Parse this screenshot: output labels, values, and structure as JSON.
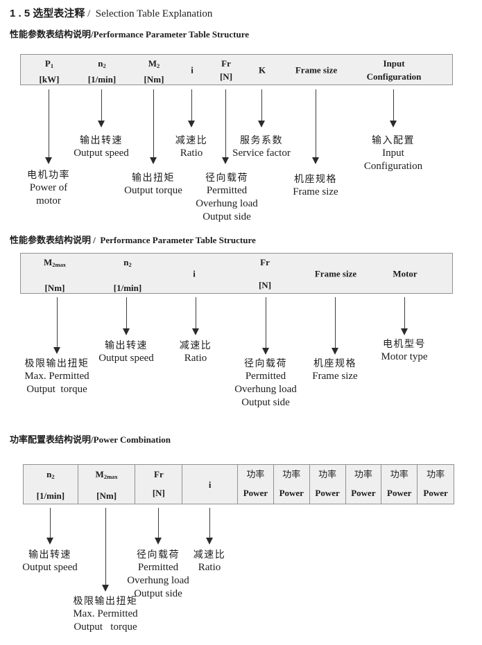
{
  "document": {
    "title": {
      "zh": "1 . 5 选型表注释",
      "en": " /  Selection Table Explanation"
    }
  },
  "colors": {
    "table_fill": "#efefef",
    "table_border": "#909090",
    "text": "#1c1c1c",
    "page_bg": "#ffffff"
  },
  "sections": [
    {
      "heading": {
        "zh": "性能参数表结构说明",
        "en": "/Performance Parameter Table Structure"
      },
      "columns": [
        {
          "line1": "P",
          "sub": "1",
          "line2": "[kW]"
        },
        {
          "line1": "n",
          "sub": "2",
          "line2": "[1/min]"
        },
        {
          "line1": "M",
          "sub": "2",
          "line2": "[Nm]"
        },
        {
          "line1": "i"
        },
        {
          "line1": "Fr",
          "line2": "[N]"
        },
        {
          "line1": "K"
        },
        {
          "line1": "Frame size"
        },
        {
          "line1": "Input",
          "line2": "Configuration"
        }
      ],
      "callouts": [
        {
          "lines": [
            "电机功率",
            "Power of",
            "motor"
          ]
        },
        {
          "lines": [
            "输出转速",
            "Output speed"
          ]
        },
        {
          "lines": [
            "输出扭矩",
            "Output torque"
          ]
        },
        {
          "lines": [
            "减速比",
            "Ratio"
          ]
        },
        {
          "lines": [
            "径向载荷",
            "Permitted",
            "Overhung load",
            "Output side"
          ]
        },
        {
          "lines": [
            "服务系数",
            "Service factor"
          ]
        },
        {
          "lines": [
            "机座规格",
            "Frame size"
          ]
        },
        {
          "lines": [
            "输入配置",
            "Input",
            "Configuration"
          ]
        }
      ]
    },
    {
      "heading": {
        "zh": "性能参数表结构说明",
        "en": " /  Performance Parameter Table Structure"
      },
      "columns": [
        {
          "line1": "M",
          "sub": "2max",
          "line2": "[Nm]"
        },
        {
          "line1": "n",
          "sub": "2",
          "line2": "[1/min]"
        },
        {
          "line1": "i"
        },
        {
          "line1": "Fr",
          "line2": "[N]"
        },
        {
          "line1": "Frame size"
        },
        {
          "line1": "Motor"
        }
      ],
      "callouts": [
        {
          "lines": [
            "极限输出扭矩",
            "Max. Permitted",
            "Output  torque"
          ]
        },
        {
          "lines": [
            "输出转速",
            "Output speed"
          ]
        },
        {
          "lines": [
            "减速比",
            "Ratio"
          ]
        },
        {
          "lines": [
            "径向载荷",
            "Permitted",
            "Overhung load",
            "Output side"
          ]
        },
        {
          "lines": [
            "机座规格",
            "Frame size"
          ]
        },
        {
          "lines": [
            "电机型号",
            "Motor type"
          ]
        }
      ]
    },
    {
      "heading": {
        "zh": "功率配置表结构说明",
        "en": "/Power Combination"
      },
      "columns": [
        {
          "line1": "n",
          "sub": "2",
          "line2": "[1/min]"
        },
        {
          "line1": "M",
          "sub": "2max",
          "line2": "[Nm]"
        },
        {
          "line1": "Fr",
          "line2": "[N]"
        },
        {
          "line1": "i"
        },
        {
          "line1": "功率",
          "line2": "Power"
        },
        {
          "line1": "功率",
          "line2": "Power"
        },
        {
          "line1": "功率",
          "line2": "Power"
        },
        {
          "line1": "功率",
          "line2": "Power"
        },
        {
          "line1": "功率",
          "line2": "Power"
        },
        {
          "line1": "功率",
          "line2": "Power"
        }
      ],
      "callouts": [
        {
          "lines": [
            "输出转速",
            "Output speed"
          ]
        },
        {
          "lines": [
            "极限输出扭矩",
            "Max. Permitted",
            "Output   torque"
          ]
        },
        {
          "lines": [
            "径向载荷",
            "Permitted",
            "Overhung load",
            "Output side"
          ]
        },
        {
          "lines": [
            "减速比",
            "Ratio"
          ]
        }
      ]
    }
  ]
}
